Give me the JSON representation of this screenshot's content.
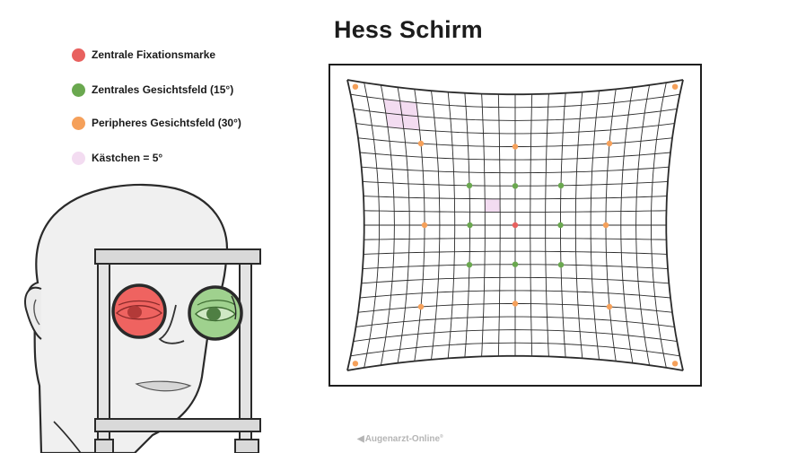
{
  "title": "Hess Schirm",
  "legend": [
    {
      "label": "Zentrale Fixationsmarke",
      "color": "#e8615f"
    },
    {
      "label": "Zentrales Gesichtsfeld (15°)",
      "color": "#6aa84f"
    },
    {
      "label": "Peripheres Gesichtsfeld (30°)",
      "color": "#f5a05a"
    },
    {
      "label": "Kästchen = 5°",
      "color": "#f3dcf1"
    }
  ],
  "colors": {
    "central": "#e8615f",
    "inner": "#6aa84f",
    "outer": "#f5a05a",
    "box": "#f3dcf1",
    "red_glass": "#ef6360",
    "green_glass": "#9fd18e",
    "skin": "#f1f1f1"
  },
  "watermark": {
    "brand": "Augenarzt-Online",
    "suffix": "®"
  }
}
